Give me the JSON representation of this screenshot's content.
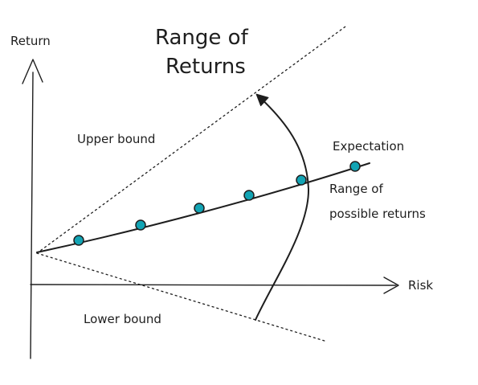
{
  "title": {
    "line1": "Range of",
    "line2": "Returns"
  },
  "axes": {
    "y_label": "Return",
    "x_label": "Risk"
  },
  "annotations": {
    "upper_bound": "Upper bound",
    "lower_bound": "Lower bound",
    "expectation": "Expectation",
    "range_line1": "Range of",
    "range_line2": "possible returns"
  },
  "colors": {
    "ink": "#1e1e1e",
    "dot_fill": "#12a4b4"
  },
  "expectation_points_count": 6
}
